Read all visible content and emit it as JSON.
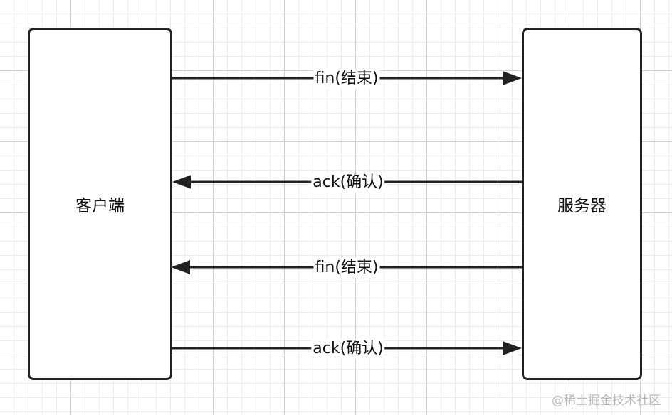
{
  "nodes": {
    "client": "客户端",
    "server": "服务器"
  },
  "messages": [
    {
      "label": "fin(结束)",
      "from": "client",
      "to": "server"
    },
    {
      "label": "ack(确认)",
      "from": "server",
      "to": "client"
    },
    {
      "label": "fin(结束)",
      "from": "server",
      "to": "client"
    },
    {
      "label": "ack(确认)",
      "from": "client",
      "to": "server"
    }
  ],
  "watermark": "@稀土掘金技术社区",
  "colors": {
    "stroke": "#222222",
    "grid_major": "#cfcfcf",
    "grid_minor": "#ececec"
  }
}
